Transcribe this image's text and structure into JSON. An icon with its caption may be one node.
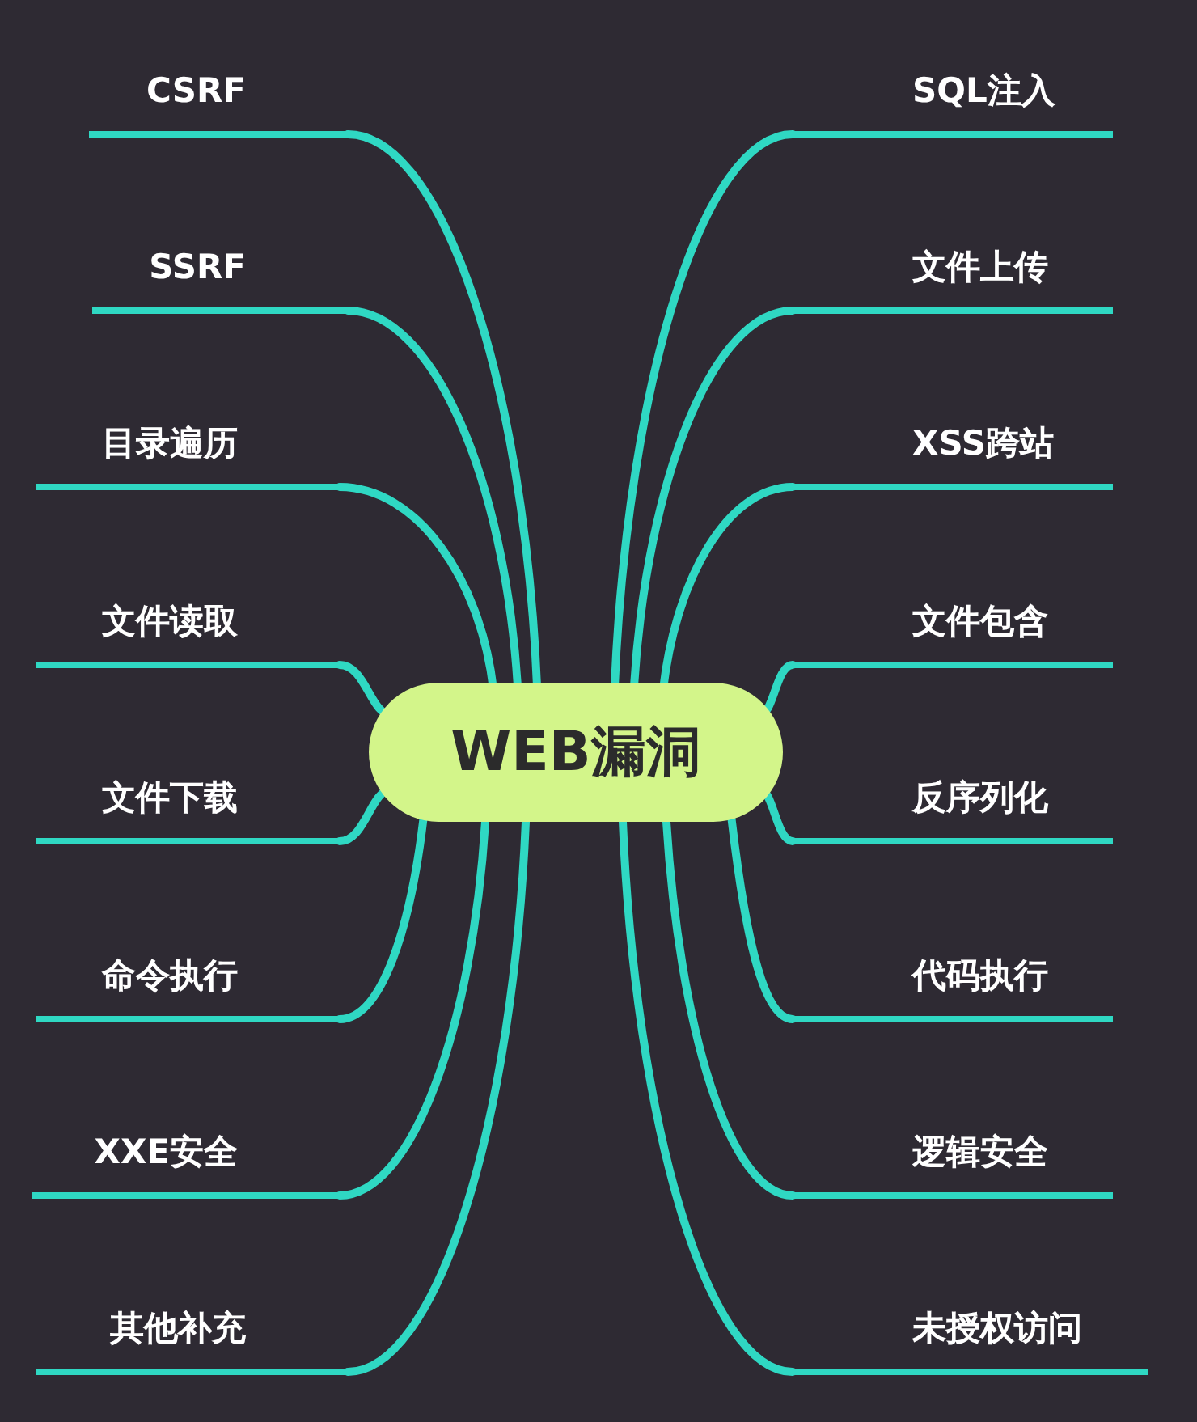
{
  "diagram": {
    "nodes": [
      {
        "text": [
          "WEB漏洞"
        ]
      },
      {
        "text": [
          "CSRF"
        ]
      },
      {
        "text": [
          "SSRF"
        ]
      },
      {
        "text": [
          "目录遍历"
        ]
      },
      {
        "text": [
          "文件读取"
        ]
      },
      {
        "text": [
          "文件下载"
        ]
      },
      {
        "text": [
          "命令执行"
        ]
      },
      {
        "text": [
          "XXE安全"
        ]
      },
      {
        "text": [
          "其他补充"
        ]
      },
      {
        "text": [
          "SQL注入"
        ]
      },
      {
        "text": [
          "文件上传"
        ]
      },
      {
        "text": [
          "XSS跨站"
        ]
      },
      {
        "text": [
          "文件包含"
        ]
      },
      {
        "text": [
          "反序列化"
        ]
      },
      {
        "text": [
          "代码执行"
        ]
      },
      {
        "text": [
          "逻辑安全"
        ]
      },
      {
        "text": [
          "未授权访问"
        ]
      }
    ],
    "edges": [
      {
        "from": 0,
        "to": 1,
        "arrow": "none"
      },
      {
        "from": 0,
        "to": 2,
        "arrow": "none"
      },
      {
        "from": 0,
        "to": 3,
        "arrow": "none"
      },
      {
        "from": 0,
        "to": 4,
        "arrow": "none"
      },
      {
        "from": 0,
        "to": 5,
        "arrow": "none"
      },
      {
        "from": 0,
        "to": 6,
        "arrow": "none"
      },
      {
        "from": 0,
        "to": 7,
        "arrow": "none"
      },
      {
        "from": 0,
        "to": 8,
        "arrow": "none"
      },
      {
        "from": 0,
        "to": 9,
        "arrow": "none"
      },
      {
        "from": 0,
        "to": 10,
        "arrow": "none"
      },
      {
        "from": 0,
        "to": 11,
        "arrow": "none"
      },
      {
        "from": 0,
        "to": 12,
        "arrow": "none"
      },
      {
        "from": 0,
        "to": 13,
        "arrow": "none"
      },
      {
        "from": 0,
        "to": 14,
        "arrow": "none"
      },
      {
        "from": 0,
        "to": 15,
        "arrow": "none"
      },
      {
        "from": 0,
        "to": 16,
        "arrow": "none"
      }
    ]
  }
}
